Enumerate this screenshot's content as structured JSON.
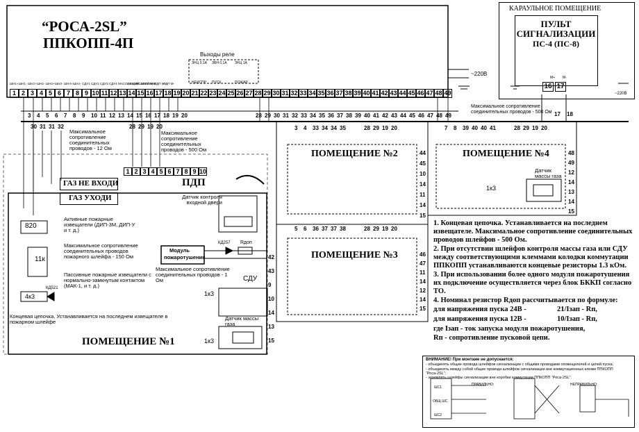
{
  "device": {
    "title_line1": "“РОСА-2SL”",
    "title_line2": "ППКОПП-4П",
    "relay_outputs_label": "Выходы реле",
    "relay_sub": [
      "ЗНЦ 0,1А",
      "ЗВН 0,1А",
      "ЗНЦ 1А"
    ],
    "relay_names": [
      "НЕИСПР",
      "ПУСК",
      "ПОЖАР"
    ],
    "power_label": "~220В",
    "terminal_header": [
      "ШН1+",
      "ШН1-",
      "ШН2+",
      "ШН2-",
      "ШН3+",
      "ШН3-",
      "ШН4+",
      "ШН4-",
      "СДУ1",
      "СДУ2",
      "СДУ3",
      "СДУ4",
      "МАССА ГАЗА",
      "ОБЩИЙ ШЛЕЙФОВ",
      "ПС М+",
      "ПС М-",
      "ПДП М+",
      "ПДП М-"
    ],
    "terminals_top": [
      "1",
      "2",
      "3",
      "4",
      "5",
      "6",
      "7",
      "8",
      "9",
      "10",
      "11",
      "12",
      "13",
      "14",
      "15",
      "16",
      "17",
      "18",
      "19",
      "20",
      "21",
      "22",
      "23",
      "24",
      "25",
      "26",
      "27",
      "28",
      "29",
      "30",
      "31",
      "32",
      "33",
      "34",
      "35",
      "36",
      "37",
      "38",
      "39",
      "40",
      "41",
      "42",
      "43",
      "44",
      "45",
      "46",
      "47",
      "48",
      "49"
    ],
    "wire_numbers_row": [
      "3",
      "4",
      "5",
      "6",
      "7",
      "8",
      "9",
      "10",
      "11",
      "12",
      "13",
      "14",
      "15",
      "16",
      "17",
      "18",
      "19",
      "20"
    ],
    "wire_numbers_right": [
      "28",
      "29",
      "30",
      "31",
      "32",
      "33",
      "34",
      "35",
      "36",
      "37",
      "38",
      "39",
      "40",
      "41",
      "42",
      "43",
      "44",
      "45",
      "46",
      "47",
      "48",
      "49"
    ]
  },
  "guard_room": {
    "title": "КАРАУЛЬНОЕ ПОМЕЩЕНИЕ",
    "panel_line1": "ПУЛЬТ",
    "panel_line2": "СИГНАЛИЗАЦИИ",
    "panel_line3": "ПС-4 (ПС-8)",
    "terminals": [
      "16",
      "17"
    ],
    "terminal_labels": [
      "М+",
      "М-"
    ],
    "power_label": "~220В",
    "resistance_note": "Максимальное сопротивление соединительных проводов - 500 Ом",
    "wire_numbers": [
      "17",
      "18"
    ]
  },
  "room1": {
    "title": "ПОМЕЩЕНИЕ №1",
    "sign_gas_no_enter": "ГАЗ НЕ ВХОДИ",
    "sign_gas_leave": "ГАЗ УХОДИ",
    "pdp_label": "ПДП",
    "pdp_terminals": [
      "1",
      "2",
      "3",
      "4",
      "5",
      "6",
      "7",
      "8",
      "9",
      "10"
    ],
    "wires_top": [
      "30",
      "31",
      "31",
      "32"
    ],
    "wires_mid": [
      "28",
      "29",
      "19",
      "20"
    ],
    "res_note_12": "Максимальное сопротивление соединительных проводов - 12 Ом",
    "res_note_500": "Максимальное сопротивление соединительных проводов - 500 Ом",
    "door_sensor": "Датчик контроля входной двери",
    "detector_820": "820",
    "active_detectors": "Активные пожарные извещатели (ДИП-3М, ДИП-У и т. д.)",
    "res_note_150": "Максимальное сопротивление соединительных проводов пожарного шлейфа - 150 Ом",
    "passive_detectors": "Пассивные пожарные извещатели с нормально-замкнутым контактом (МАК-1, и т. д.)",
    "r_11k": "11к",
    "r_4k3": "4к3",
    "diode": "КД521",
    "end_chain": "Концевая цепочка. Устанавливается на последнем извещателе в пожарном шлейфе",
    "module_line1": "Модуль",
    "module_line2": "пожаротушения",
    "diode2": "КД257",
    "r_add": "Rдоп",
    "res_note_1": "Максимальное сопротивление соединительных проводов - 1 Ом",
    "sdu_label": "СДУ",
    "gas_sensor": "Датчик массы газа",
    "r_1k3": "1к3",
    "side_numbers": [
      "42",
      "43",
      "9",
      "10",
      "14",
      "13",
      "15"
    ]
  },
  "room2": {
    "title": "ПОМЕЩЕНИЕ №2",
    "wires_top": [
      "3",
      "4",
      "33",
      "34",
      "34",
      "35"
    ],
    "wires_top_right": [
      "28",
      "29",
      "19",
      "20"
    ],
    "side_numbers": [
      "44",
      "45",
      "10",
      "14",
      "11",
      "14",
      "15"
    ]
  },
  "room3": {
    "title": "ПОМЕЩЕНИЕ №3",
    "wires_top": [
      "5",
      "6",
      "36",
      "37",
      "37",
      "38"
    ],
    "wires_top_right": [
      "28",
      "29",
      "19",
      "20"
    ],
    "side_numbers": [
      "46",
      "47",
      "11",
      "14",
      "12",
      "14",
      "15"
    ]
  },
  "room4": {
    "title": "ПОМЕЩЕНИЕ №4",
    "wires_top": [
      "7",
      "8",
      "39",
      "40",
      "40",
      "41"
    ],
    "wires_top_right": [
      "28",
      "29",
      "19",
      "20"
    ],
    "side_numbers": [
      "48",
      "49",
      "12",
      "14",
      "13",
      "14",
      "15"
    ],
    "gas_sensor": "Датчик массы газа",
    "r_1k3": "1к3"
  },
  "notes": {
    "n1": "1. Концевая цепочка. Устанавливается на последнем извещателе. Максимальное сопротивление соединительных проводов шлейфов - 500 Ом.",
    "n2": "2. При отсутствии шлейфов контроля массы газа или СДУ между соответствующими клеммами колодки коммутации ППКОПП устанавливаются концевые резисторы 1.3 кОм.",
    "n3": "3. При использовании более одного модуля пожаротушения их подключение осуществляется через блок БККП согласно ТО.",
    "n4": "4. Номинал резистор Rдоп рассчитывается по формуле:",
    "f1_left": "для напряжения пуска 24В -",
    "f1_right": "21/Iзап - Rп,",
    "f2_left": "для напряжения пуска 12В -",
    "f2_right": "10/Iзап - Rп,",
    "f3": "где Iзап - ток запуска модуля пожаротушения,",
    "f4": "Rп - сопротивление пусковой цепи."
  },
  "warning": {
    "title": "ВНИМАНИЕ! При монтаже не допускается:",
    "items": [
      "- объединять общие провода шлейфов сигнализации с общими проводами оповещателей и цепей пуска;",
      "- объединять между собой общие провода шлейфов сигнализации вне коммутационных клемм ППКОПП “Роса-2SL”;",
      "- заземлять шлейфы сигнализации вне коробки коммутации ППКОПП “Роса-2SL”."
    ],
    "right_label": "ПРАВИЛЬНО:",
    "wrong_label": "НЕПРАВИЛЬНО:",
    "mini_labels": [
      "ШС1",
      "ОБЩ ШС",
      "ШС2"
    ]
  }
}
